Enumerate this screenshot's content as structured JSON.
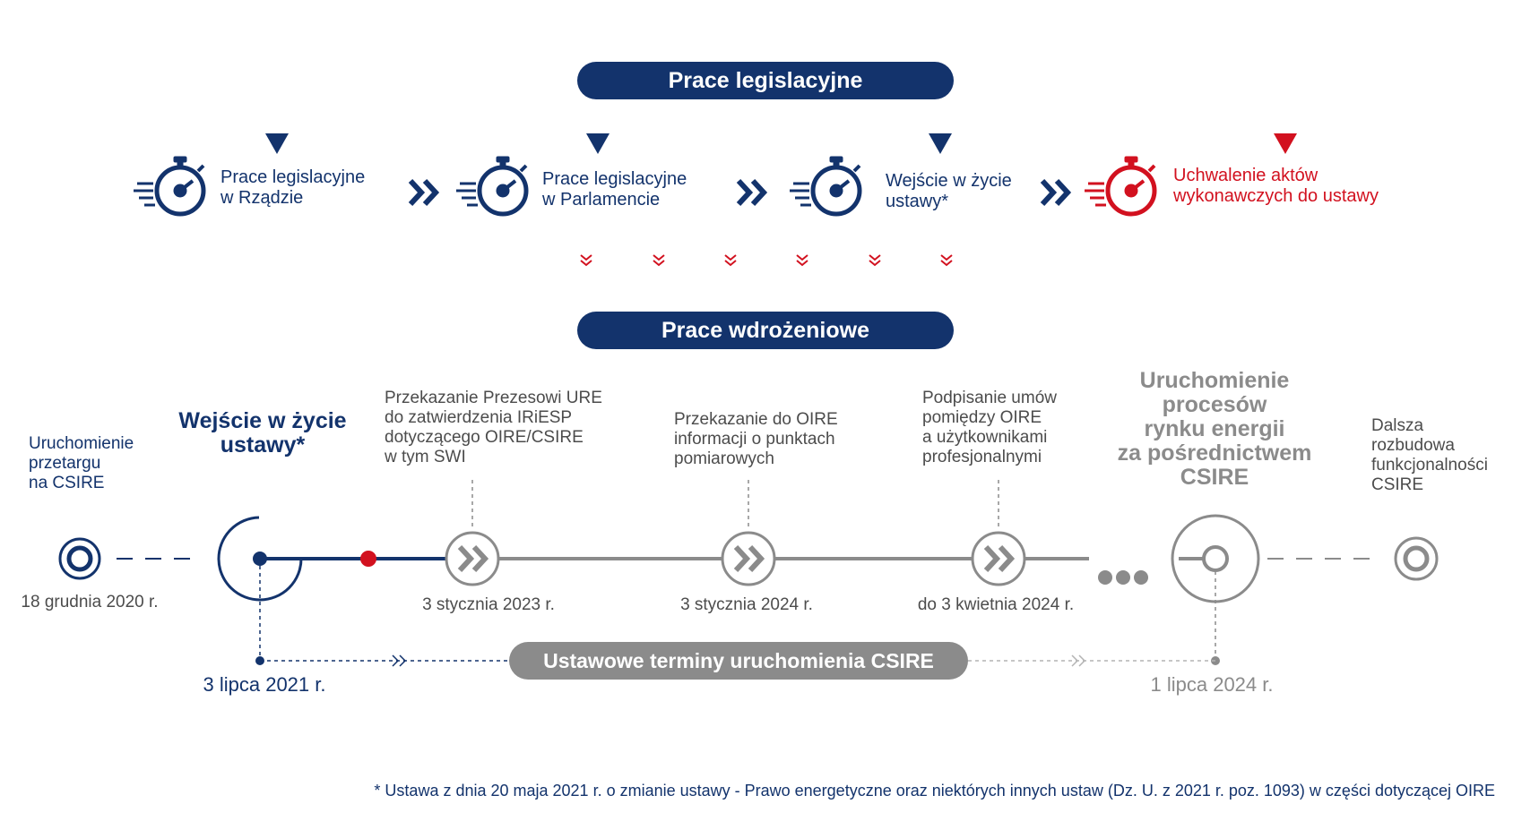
{
  "header_legislative": "Prace legislacyjne",
  "header_implementation": "Prace wdrożeniowe",
  "legislative_stages": [
    {
      "label": "Prace legislacyjne\nw Rządzie",
      "color": "#13336c"
    },
    {
      "label": "Prace legislacyjne\nw Parlamencie",
      "color": "#13336c"
    },
    {
      "label": "Wejście w życie\nustawy*",
      "color": "#13336c"
    },
    {
      "label": "Uchwalenie aktów\nwykonawczych do ustawy",
      "color": "#d2111f"
    }
  ],
  "timeline": {
    "start_label": "Uruchomienie\nprzetargu\nna CSIRE",
    "start_date": "18 grudnia 2020 r.",
    "law_label": "Wejście w życie\nustawy*",
    "law_date": "3 lipca 2021 r.",
    "milestones": [
      {
        "label": "Przekazanie Prezesowi URE\ndo zatwierdzenia IRiESP\ndotyczącego OIRE/CSIRE\nw tym SWI",
        "date": "3 stycznia 2023 r."
      },
      {
        "label": "Przekazanie do OIRE\ninformacji o punktach\npomiarowych",
        "date": "3 stycznia 2024 r."
      },
      {
        "label": "Podpisanie umów\npomiędzy OIRE\na użytkownikami\nprofesjonalnymi",
        "date": "do 3 kwietnia 2024 r."
      }
    ],
    "launch_label": "Uruchomienie\nprocesów\nrynku energii\nza pośrednictwem\nCSIRE",
    "launch_date": "1 lipca 2024 r.",
    "end_label": "Dalsza\nrozbudowa\nfunkcjonalności\nCSIRE",
    "deadlines_label": "Ustawowe terminy uruchomienia CSIRE"
  },
  "footnote": "* Ustawa z dnia 20 maja 2021 r. o zmianie ustawy - Prawo energetyczne oraz niektórych innych ustaw (Dz. U. z 2021 r. poz. 1093) w części dotyczącej OIRE",
  "colors": {
    "navy": "#13336c",
    "red": "#d2111f",
    "gray": "#8b8b8b"
  },
  "icons": [
    "stopwatch-icon",
    "double-chevron-right-icon",
    "triangle-down-icon",
    "double-chevron-down-icon",
    "ellipsis-icon"
  ]
}
